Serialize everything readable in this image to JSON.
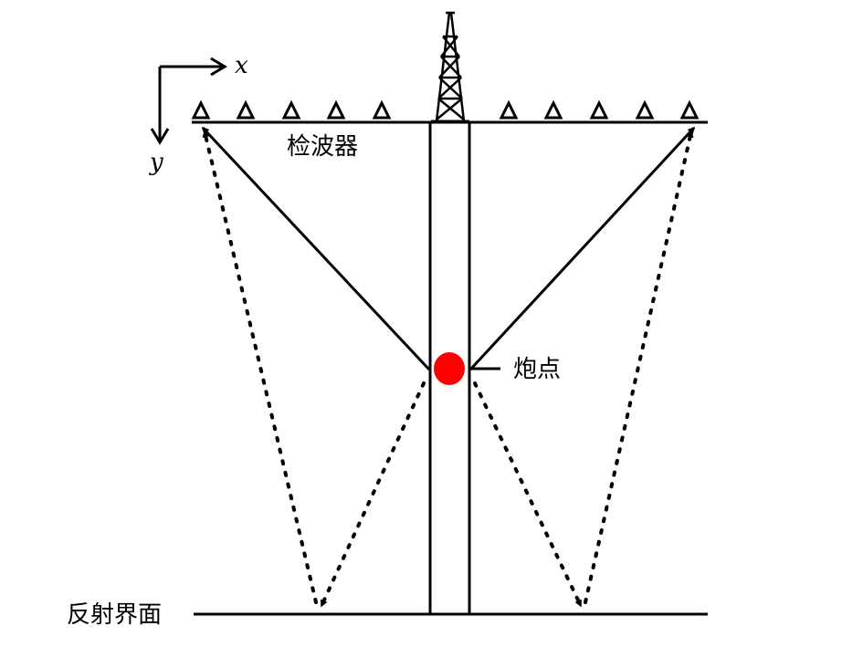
{
  "labels": {
    "axis_x": "x",
    "axis_y": "y",
    "receivers": "检波器",
    "shot_point": "炮点",
    "reflector": "反射界面"
  },
  "colors": {
    "shot_point": "#ff0000",
    "lines": "#000000"
  },
  "icons": {
    "receiver": "triangle-icon",
    "derrick": "drilling-rig-icon"
  }
}
